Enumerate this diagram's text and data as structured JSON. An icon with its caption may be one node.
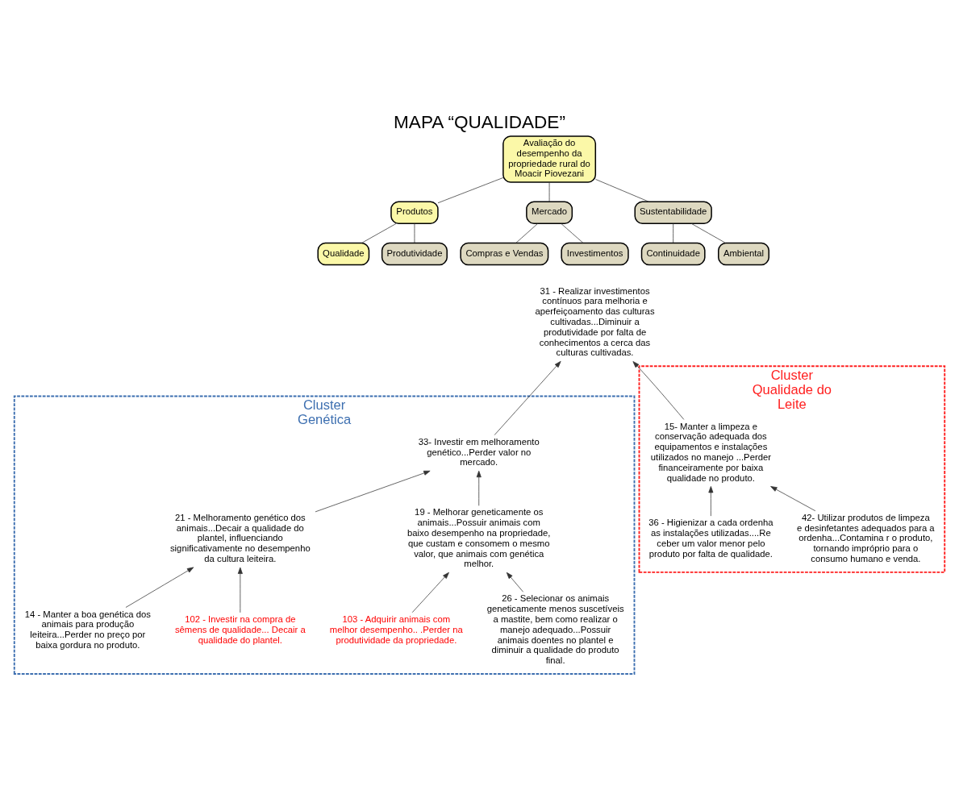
{
  "diagram": {
    "title": "MAPA “QUALIDADE”",
    "nodes": [
      {
        "text": [
          "Avaliação do desempenho da propriedade rural do Moacir Piovezani"
        ]
      },
      {
        "text": [
          "Produtos"
        ]
      },
      {
        "text": [
          "Mercado"
        ]
      },
      {
        "text": [
          "Sustentabilidade"
        ]
      },
      {
        "text": [
          "Qualidade"
        ]
      },
      {
        "text": [
          "Produtividade"
        ]
      },
      {
        "text": [
          "Compras e Vendas"
        ]
      },
      {
        "text": [
          "Investimentos"
        ]
      },
      {
        "text": [
          "Continuidade"
        ]
      },
      {
        "text": [
          "Ambiental"
        ]
      },
      {
        "text": [
          "Cluster Genética"
        ]
      },
      {
        "text": [
          "31 - Realizar investimentos contínuos para melhoria e aperfeiçoamento das culturas cultivadas...Diminuir a produtividade por falta de conhecimentos a cerca das culturas cultivadas."
        ]
      },
      {
        "text": [
          "Cluster Qualidade do Leite"
        ]
      },
      {
        "text": [
          "33- Investir em melhoramento genético...Perder valor no mercado."
        ],
        "in": 10
      },
      {
        "text": [
          "15- Manter a limpeza e conservação adequada dos equipamentos e instalações utilizados no manejo ...Perder financeiramente por baixa qualidade no produto."
        ],
        "in": 12
      },
      {
        "text": [
          "21 - Melhoramento genético dos animais...Decair a qualidade do plantel, influenciando significativamente no desempenho da cultura leiteira."
        ],
        "in": 10
      },
      {
        "text": [
          "19 - Melhorar geneticamente os animais...Possuir animais com baixo desempenho na propriedade,  que custam e consomem o mesmo valor, que animais com genética melhor."
        ],
        "in": 10
      },
      {
        "text": [
          "36 - Higienizar a cada ordenha as instalações utilizadas....Re ceber um valor menor pelo produto por falta de qualidade."
        ],
        "in": 12
      },
      {
        "text": [
          "42- Utilizar produtos de limpeza e desinfetantes adequados para a ordenha...Contamina r o produto, tornando impróprio para o consumo humano e venda."
        ],
        "in": 12
      },
      {
        "text": [
          "14 - Manter a boa genética dos animais para produção leiteira...Perder no preço por baixa gordura no produto."
        ],
        "in": 10
      },
      {
        "text": [
          "102 - Investir na compra de sêmens de qualidade... Decair a qualidade do plantel."
        ],
        "in": 10
      },
      {
        "text": [
          "103 - Adquirir animais com melhor desempenho.. .Perder na produtividade da propriedade."
        ],
        "in": 10
      },
      {
        "text": [
          "26 - Selecionar os animais geneticamente menos suscetíveis a mastite, bem como realizar o manejo adequado...Possuir animais doentes no plantel e diminuir a qualidade do produto final."
        ],
        "in": 10
      }
    ],
    "edges": [
      {
        "from": 0,
        "to": 1,
        "arrow": "none"
      },
      {
        "from": 0,
        "to": 2,
        "arrow": "none"
      },
      {
        "from": 0,
        "to": 3,
        "arrow": "none"
      },
      {
        "from": 1,
        "to": 4,
        "arrow": "none"
      },
      {
        "from": 1,
        "to": 5,
        "arrow": "none"
      },
      {
        "from": 2,
        "to": 6,
        "arrow": "none"
      },
      {
        "from": 2,
        "to": 7,
        "arrow": "none"
      },
      {
        "from": 3,
        "to": 8,
        "arrow": "none"
      },
      {
        "from": 3,
        "to": 9,
        "arrow": "none"
      },
      {
        "from": 13,
        "to": 11,
        "arrow": "to"
      },
      {
        "from": 14,
        "to": 11,
        "arrow": "to"
      },
      {
        "from": 15,
        "to": 13,
        "arrow": "to"
      },
      {
        "from": 16,
        "to": 13,
        "arrow": "to"
      },
      {
        "from": 19,
        "to": 15,
        "arrow": "to"
      },
      {
        "from": 20,
        "to": 15,
        "arrow": "to"
      },
      {
        "from": 21,
        "to": 16,
        "arrow": "to"
      },
      {
        "from": 22,
        "to": 16,
        "arrow": "to"
      },
      {
        "from": 17,
        "to": 14,
        "arrow": "to"
      },
      {
        "from": 18,
        "to": 14,
        "arrow": "to"
      }
    ]
  }
}
